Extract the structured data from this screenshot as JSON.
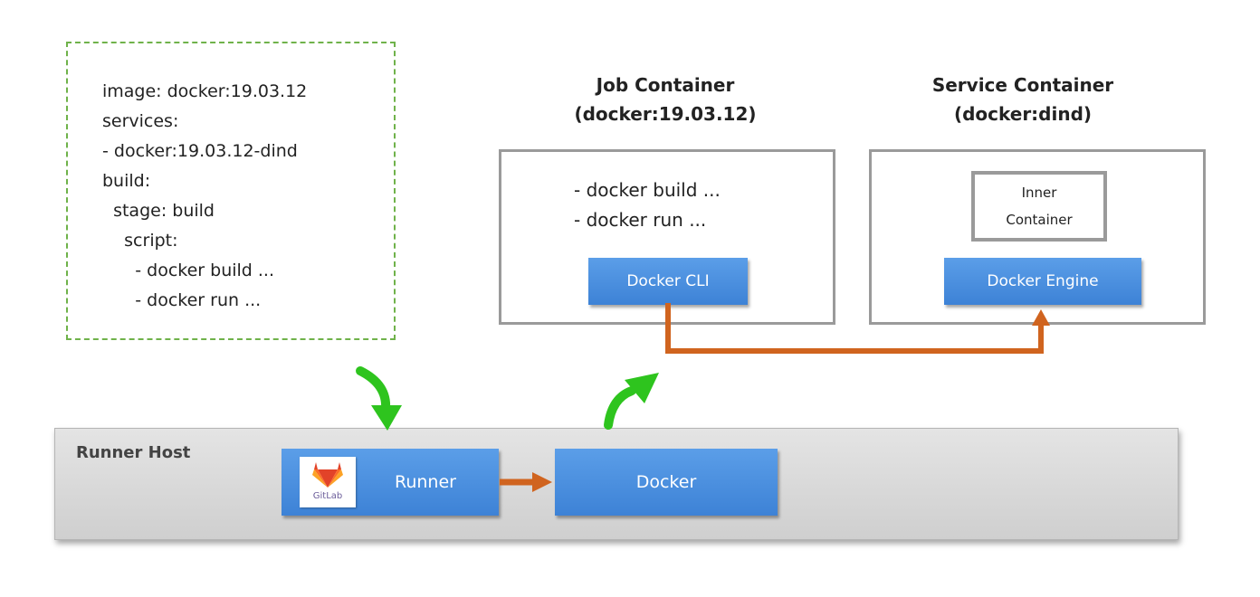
{
  "gitlab_ci": {
    "lines": [
      "image: docker:19.03.12",
      "services:",
      "- docker:19.03.12-dind",
      "build:",
      "  stage: build",
      "    script:",
      "      - docker build ...",
      "      - docker run ..."
    ]
  },
  "job_container": {
    "title_line1": "Job Container",
    "title_line2": "(docker:19.03.12)",
    "commands": [
      "- docker build ...",
      "- docker run ..."
    ],
    "cli_label": "Docker CLI"
  },
  "service_container": {
    "title_line1": "Service Container",
    "title_line2": "(docker:dind)",
    "inner_line1": "Inner",
    "inner_line2": "Container",
    "engine_label": "Docker Engine"
  },
  "runner_host": {
    "label": "Runner Host",
    "runner_label": "Runner",
    "logo_text": "GitLab",
    "docker_label": "Docker"
  },
  "colors": {
    "yaml_border": "#6fb24a",
    "green_arrow": "#2ec41e",
    "orange_arrow": "#d0641f",
    "box_blue": "#4a90e2",
    "container_border": "#9a9a9a"
  }
}
